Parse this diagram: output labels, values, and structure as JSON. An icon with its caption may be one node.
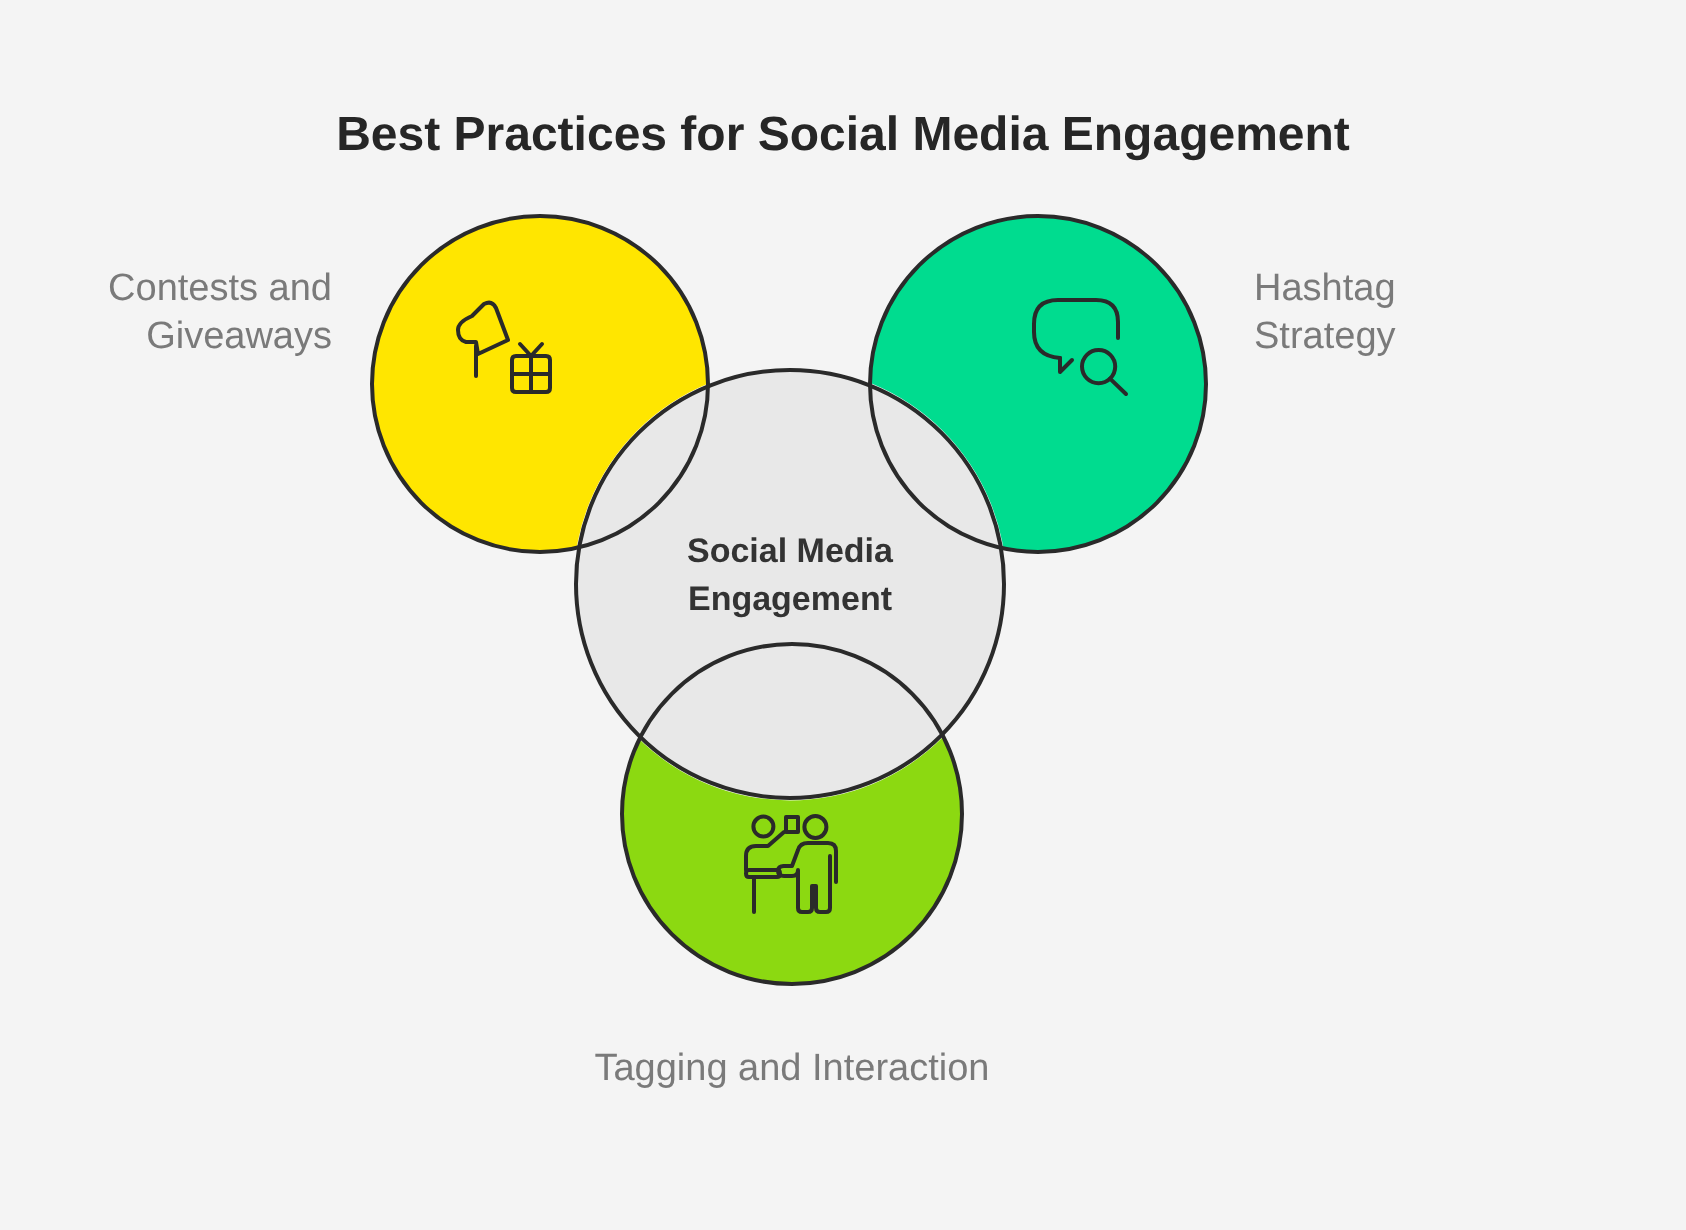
{
  "diagram": {
    "title": "Best Practices for Social Media Engagement",
    "nodes": [
      {
        "text": [
          "Contests and Giveaways"
        ]
      },
      {
        "text": [
          "Hashtag Strategy"
        ]
      },
      {
        "text": [
          "Social Media Engagement"
        ]
      },
      {
        "text": [
          "Tagging and Interaction"
        ]
      }
    ]
  }
}
